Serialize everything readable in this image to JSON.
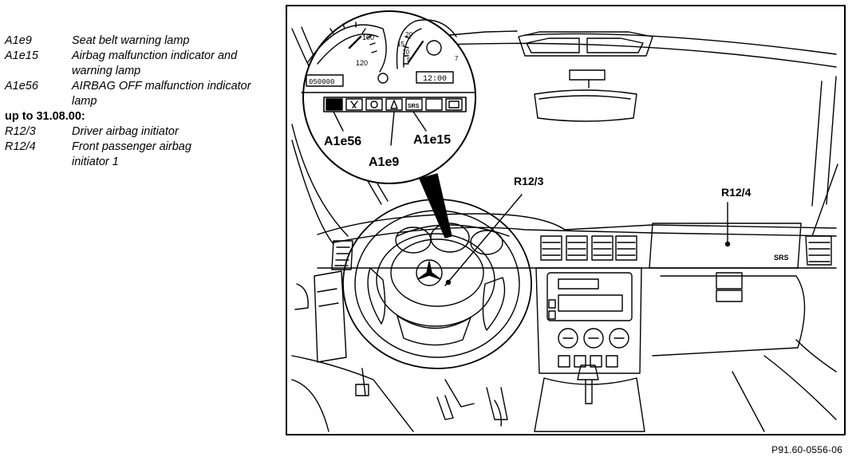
{
  "legend": {
    "items": [
      {
        "code": "A1e9",
        "desc": "Seat belt warning lamp"
      },
      {
        "code": "A1e15",
        "desc": "Airbag malfunction indicator and",
        "cont": "warning lamp"
      },
      {
        "code": "A1e56",
        "desc": "AIRBAG OFF malfunction indicator",
        "cont": "lamp"
      }
    ],
    "heading": "up to 31.08.00:",
    "items2": [
      {
        "code": "R12/3",
        "desc": "Driver airbag initiator"
      },
      {
        "code": "R12/4",
        "desc": "Front passenger airbag",
        "cont": "initiator 1"
      }
    ]
  },
  "callouts": {
    "a1e56": "A1e56",
    "a1e9": "A1e9",
    "a1e15": "A1e15",
    "r123": "R12/3",
    "r124": "R12/4"
  },
  "gauges": {
    "speed_ticks": [
      "100",
      "120"
    ],
    "tacho_ticks": [
      "20",
      "15",
      "10",
      "5"
    ],
    "tacho_mark": "7",
    "odometer": "050000",
    "clock": "12:00",
    "srs_lamp": "SRS",
    "dash_srs": "SRS"
  },
  "figure_ref": "P91.60-0556-06",
  "colors": {
    "ink": "#000000",
    "paper": "#ffffff"
  }
}
